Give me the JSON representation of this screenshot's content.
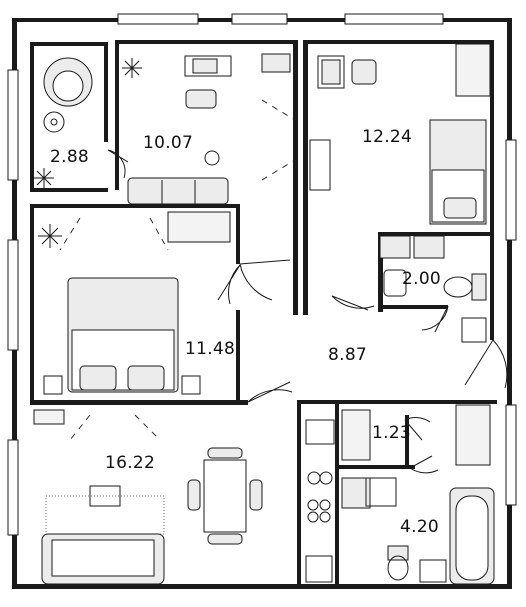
{
  "plan": {
    "rooms": [
      {
        "id": "balcony",
        "area": "2.88"
      },
      {
        "id": "kitchen-living-top",
        "area": "10.07"
      },
      {
        "id": "bedroom-right",
        "area": "12.24"
      },
      {
        "id": "bathroom-small",
        "area": "2.00"
      },
      {
        "id": "bedroom-left",
        "area": "11.48"
      },
      {
        "id": "hallway",
        "area": "8.87"
      },
      {
        "id": "living-room",
        "area": "16.22"
      },
      {
        "id": "wardrobe",
        "area": "1.23"
      },
      {
        "id": "bathroom-large",
        "area": "4.20"
      }
    ]
  }
}
